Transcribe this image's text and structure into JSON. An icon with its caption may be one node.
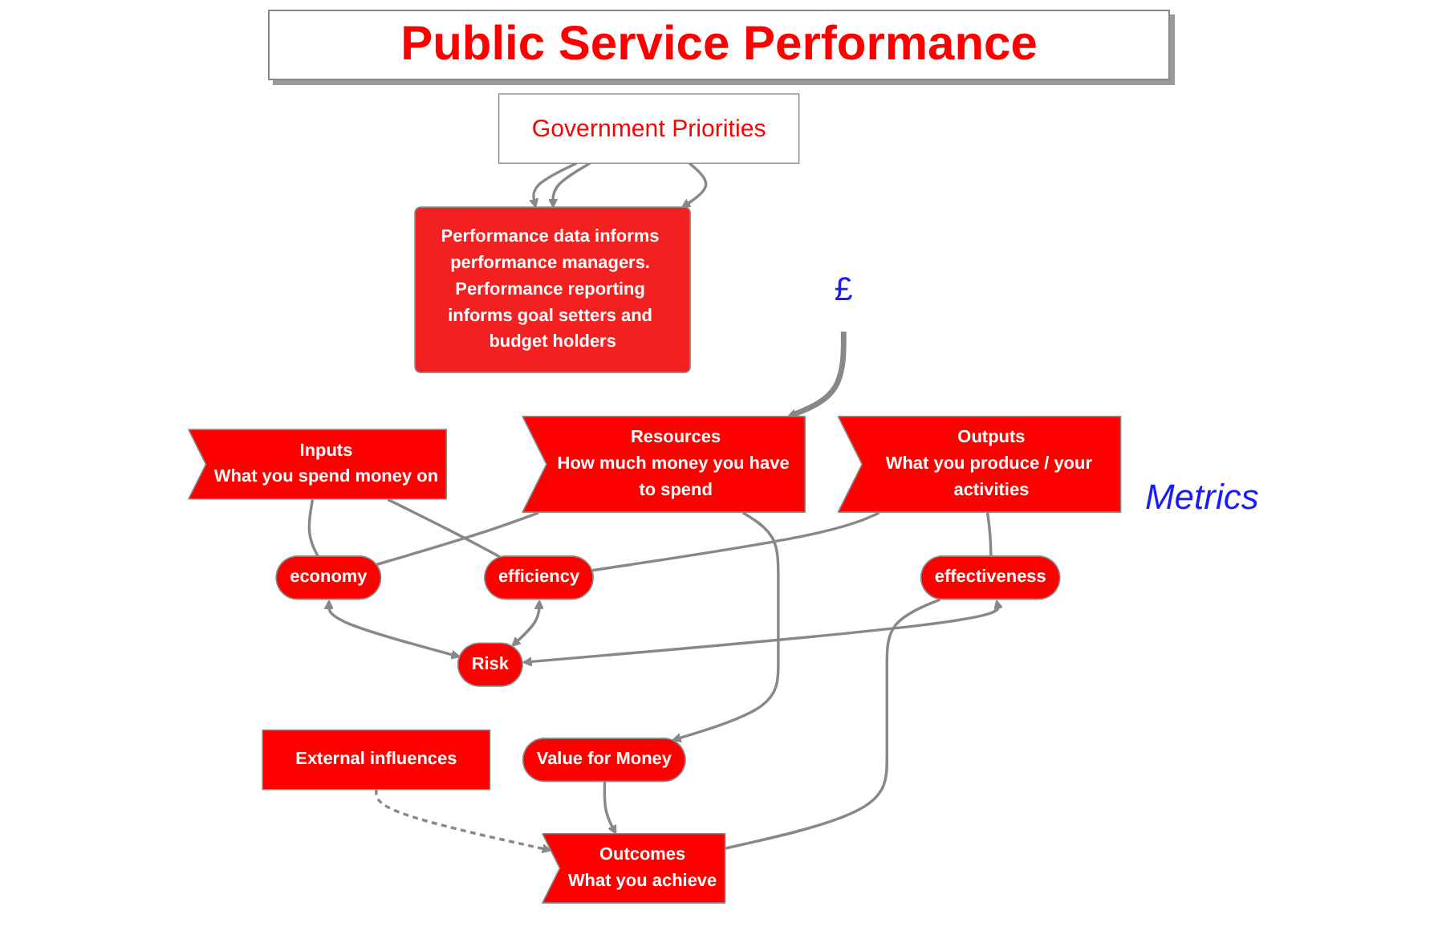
{
  "diagram": {
    "title": "Public Service Performance",
    "nodes": [
      {
        "text": [
          "Government Priorities"
        ]
      },
      {
        "text": [
          "External influences"
        ]
      },
      {
        "text": [
          "Performance data informs performance managers. Performance reporting informs goal setters and budget holders"
        ]
      },
      {
        "text": [
          "£"
        ]
      },
      {
        "text": [
          "Resources",
          "How much money you have to spend"
        ]
      },
      {
        "text": [
          "Inputs",
          "What you spend money on"
        ]
      },
      {
        "text": [
          "Outputs",
          "What you produce / your activities"
        ]
      },
      {
        "text": [
          "Outcomes",
          "What you achieve"
        ]
      },
      {
        "text": [
          "economy"
        ]
      },
      {
        "text": [
          "efficiency"
        ]
      },
      {
        "text": [
          "effectiveness"
        ]
      },
      {
        "text": [
          "Risk"
        ]
      },
      {
        "text": [
          "Value for Money"
        ]
      }
    ],
    "edges": [
      {
        "from": 0,
        "to": 2,
        "arrow": "to"
      },
      {
        "from": 0,
        "to": 2,
        "arrow": "to"
      },
      {
        "from": 0,
        "to": 2,
        "arrow": "to"
      },
      {
        "from": 1,
        "to": 7,
        "arrow": "to",
        "style": "dashed"
      },
      {
        "from": 3,
        "to": 4,
        "arrow": "to",
        "style": "thick"
      },
      {
        "from": 4,
        "to": 8,
        "arrow": "none"
      },
      {
        "from": 5,
        "to": 8,
        "arrow": "none"
      },
      {
        "from": 5,
        "to": 9,
        "arrow": "none"
      },
      {
        "from": 6,
        "to": 9,
        "arrow": "none"
      },
      {
        "from": 6,
        "to": 10,
        "arrow": "none"
      },
      {
        "from": 7,
        "to": 10,
        "arrow": "none"
      },
      {
        "from": 8,
        "to": 11,
        "arrow": "both"
      },
      {
        "from": 9,
        "to": 11,
        "arrow": "both"
      },
      {
        "from": 10,
        "to": 11,
        "arrow": "both"
      },
      {
        "from": 4,
        "to": 12,
        "arrow": "to"
      },
      {
        "from": 12,
        "to": 7,
        "arrow": "to"
      }
    ],
    "labels": [
      "Metrics"
    ]
  }
}
